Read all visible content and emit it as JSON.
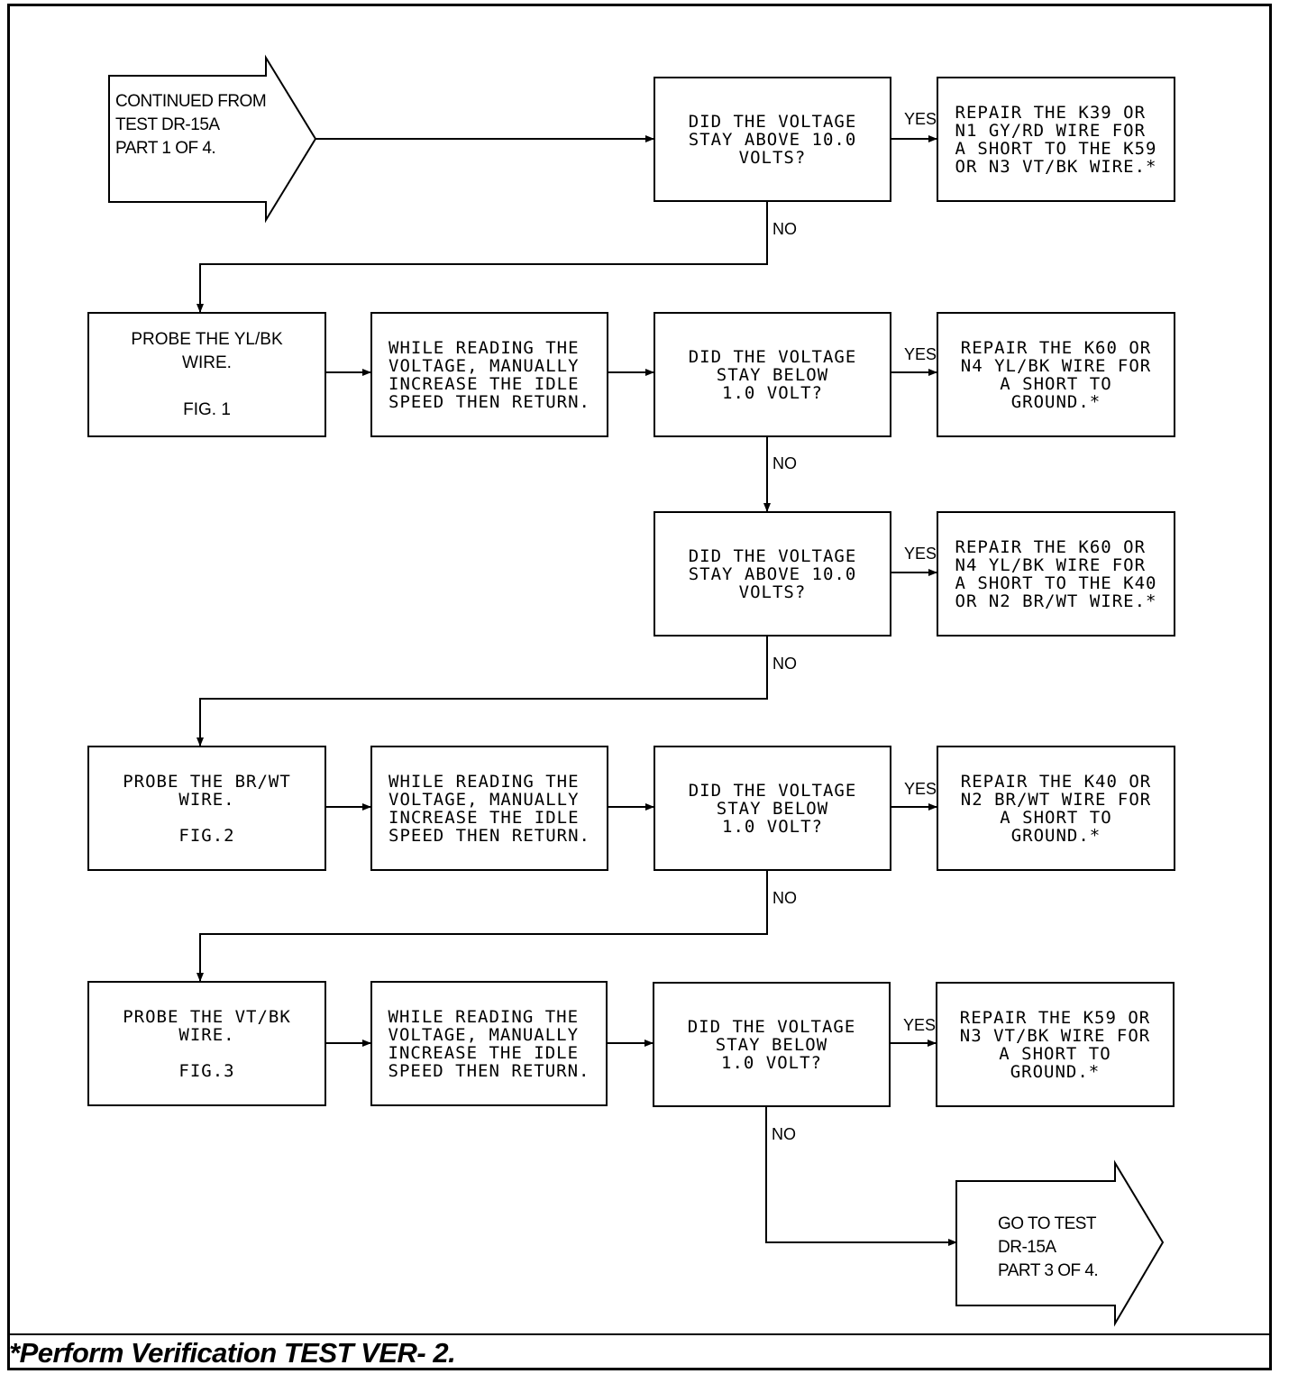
{
  "start": {
    "text": "CONTINUED FROM\nTEST DR-15A\nPART 1 OF 4."
  },
  "end": {
    "text": "GO TO TEST\nDR-15A\nPART 3 OF 4."
  },
  "labels": {
    "yes": "YES",
    "no": "NO"
  },
  "row1": {
    "decision": "DID THE VOLTAGE\nSTAY ABOVE 10.0\nVOLTS?",
    "repair": "REPAIR THE K39 OR\nN1 GY/RD WIRE FOR\nA SHORT TO THE K59\nOR N3 VT/BK WIRE.*"
  },
  "row2": {
    "probe": "PROBE THE YL/BK\nWIRE.",
    "fig": "FIG. 1",
    "action": "WHILE READING THE\nVOLTAGE, MANUALLY\nINCREASE THE IDLE\nSPEED THEN RETURN.",
    "decision": "DID THE VOLTAGE\nSTAY BELOW\n1.0 VOLT?",
    "repair": "REPAIR THE K60 OR\nN4 YL/BK WIRE FOR\nA SHORT TO\nGROUND.*"
  },
  "row3": {
    "decision": "DID THE VOLTAGE\nSTAY ABOVE 10.0\nVOLTS?",
    "repair": "REPAIR THE K60 OR\nN4 YL/BK WIRE FOR\nA SHORT TO THE K40\nOR N2 BR/WT WIRE.*"
  },
  "row4": {
    "probe": "PROBE THE BR/WT\nWIRE.",
    "fig": "FIG.2",
    "action": "WHILE READING THE\nVOLTAGE, MANUALLY\nINCREASE THE IDLE\nSPEED THEN RETURN.",
    "decision": "DID THE VOLTAGE\nSTAY BELOW\n1.0 VOLT?",
    "repair": "REPAIR THE K40 OR\nN2 BR/WT WIRE FOR\nA SHORT TO\nGROUND.*"
  },
  "row5": {
    "probe": "PROBE THE VT/BK\nWIRE.",
    "fig": "FIG.3",
    "action": "WHILE READING THE\nVOLTAGE, MANUALLY\nINCREASE THE IDLE\nSPEED THEN RETURN.",
    "decision": "DID THE VOLTAGE\nSTAY BELOW\n1.0 VOLT?",
    "repair": "REPAIR THE K59 OR\nN3 VT/BK WIRE FOR\nA SHORT TO\nGROUND.*"
  },
  "footer": {
    "note": "*Perform Verification TEST VER- 2."
  }
}
